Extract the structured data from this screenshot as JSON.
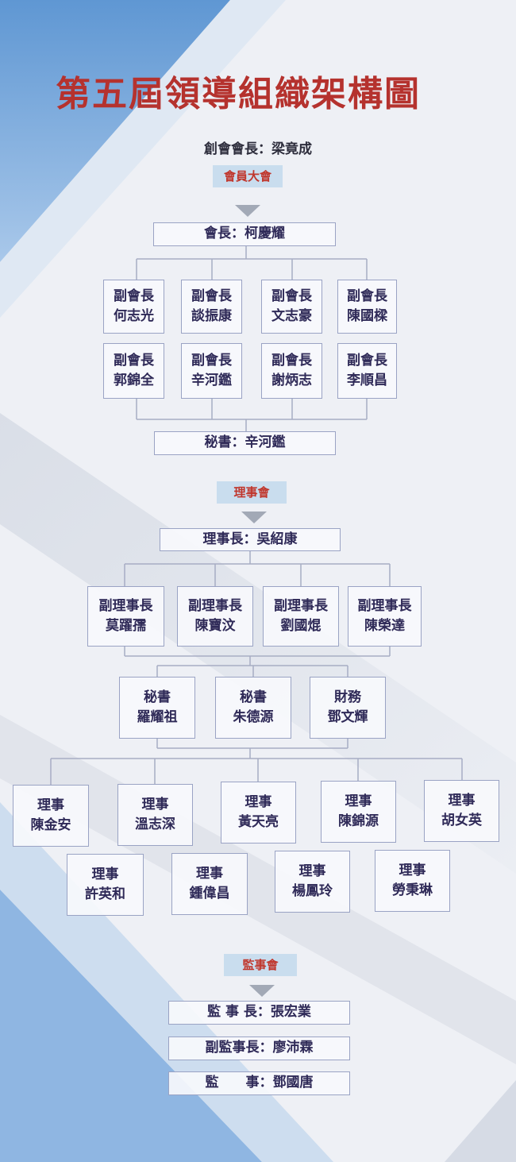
{
  "title": "第五屆領導組織架構圖",
  "founder": "創會會長：梁竟成",
  "general_assembly": {
    "tag": "會員大會",
    "president": "會長：柯慶耀",
    "vice_presidents": [
      {
        "role": "副會長",
        "name": "何志光"
      },
      {
        "role": "副會長",
        "name": "談振康"
      },
      {
        "role": "副會長",
        "name": "文志豪"
      },
      {
        "role": "副會長",
        "name": "陳國樑"
      },
      {
        "role": "副會長",
        "name": "郭錦全"
      },
      {
        "role": "副會長",
        "name": "辛河鑑"
      },
      {
        "role": "副會長",
        "name": "謝炳志"
      },
      {
        "role": "副會長",
        "name": "李順昌"
      }
    ],
    "secretary": "秘書：辛河鑑"
  },
  "board": {
    "tag": "理事會",
    "chairman": "理事長：吳紹康",
    "vice_chairmen": [
      {
        "role": "副理事長",
        "name": "莫躍孺"
      },
      {
        "role": "副理事長",
        "name": "陳寶汶"
      },
      {
        "role": "副理事長",
        "name": "劉國焜"
      },
      {
        "role": "副理事長",
        "name": "陳榮達"
      }
    ],
    "officers": [
      {
        "role": "秘書",
        "name": "羅耀祖"
      },
      {
        "role": "秘書",
        "name": "朱德源"
      },
      {
        "role": "財務",
        "name": "鄧文輝"
      }
    ],
    "directors": [
      {
        "role": "理事",
        "name": "陳金安"
      },
      {
        "role": "理事",
        "name": "溫志深"
      },
      {
        "role": "理事",
        "name": "黃天亮"
      },
      {
        "role": "理事",
        "name": "陳錦源"
      },
      {
        "role": "理事",
        "name": "胡女英"
      },
      {
        "role": "理事",
        "name": "許英和"
      },
      {
        "role": "理事",
        "name": "鍾偉昌"
      },
      {
        "role": "理事",
        "name": "楊鳳玲"
      },
      {
        "role": "理事",
        "name": "勞秉琳"
      }
    ]
  },
  "supervisory": {
    "tag": "監事會",
    "chief": "監 事 長：張宏業",
    "vice_chief": "副監事長：廖沛霖",
    "supervisor": "監　　事：鄧國唐"
  },
  "colors": {
    "title": "#b5322e",
    "tag_text": "#c0362c",
    "tag_bg": "#c9ddee",
    "box_text": "#2f2a58",
    "box_border": "#9aa3c4",
    "connector": "#a7adc4"
  }
}
